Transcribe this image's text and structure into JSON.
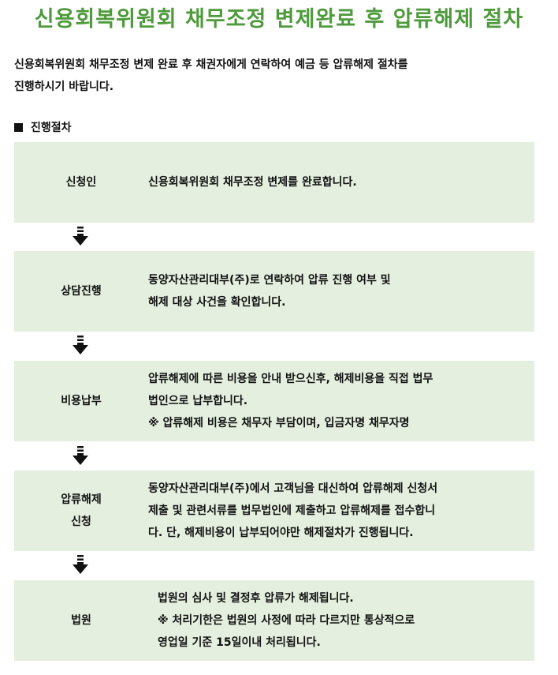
{
  "title": "신용회복위원회 채무조정 변제완료 후 압류해제 절차",
  "intro": [
    "신용회복위원회 채무조정 변제 완료 후 채권자에게 연락하여 예금 등 압류해제 절차를",
    "진행하시기 바랍니다."
  ],
  "section_title": "진행절차",
  "steps": [
    {
      "label": [
        "신청인"
      ],
      "desc": [
        "신용회복위원회 채무조정 변제를 완료합니다."
      ]
    },
    {
      "label": [
        "상담진행"
      ],
      "desc": [
        "동양자산관리대부(주)로 연락하여 압류 진행 여부 및",
        "해제 대상 사건을 확인합니다."
      ]
    },
    {
      "label": [
        "비용납부"
      ],
      "desc": [
        "압류해제에 따른 비용을 안내 받으신후, 해제비용을 직접 법무",
        "법인으로 납부합니다.",
        "※ 압류해제 비용은 채무자 부담이며, 입금자명 채무자명"
      ]
    },
    {
      "label": [
        "압류해제",
        "신청"
      ],
      "desc": [
        "동양자산관리대부(주)에서 고객님을 대신하여 압류해제 신청서",
        "제출 및 관련서류를 법무법인에 제출하고 압류해제를 접수합니",
        "다. 단, 해제비용이 납부되어야만 해제절차가 진행됩니다."
      ]
    },
    {
      "label": [
        "법원"
      ],
      "desc": [
        "법원의 심사 및 결정후 압류가 해제됩니다.",
        "※ 처리기한은 법원의 사정에 따라 다르지만 통상적으로",
        "영업일 기준 15일이내 처리됩니다."
      ]
    }
  ]
}
